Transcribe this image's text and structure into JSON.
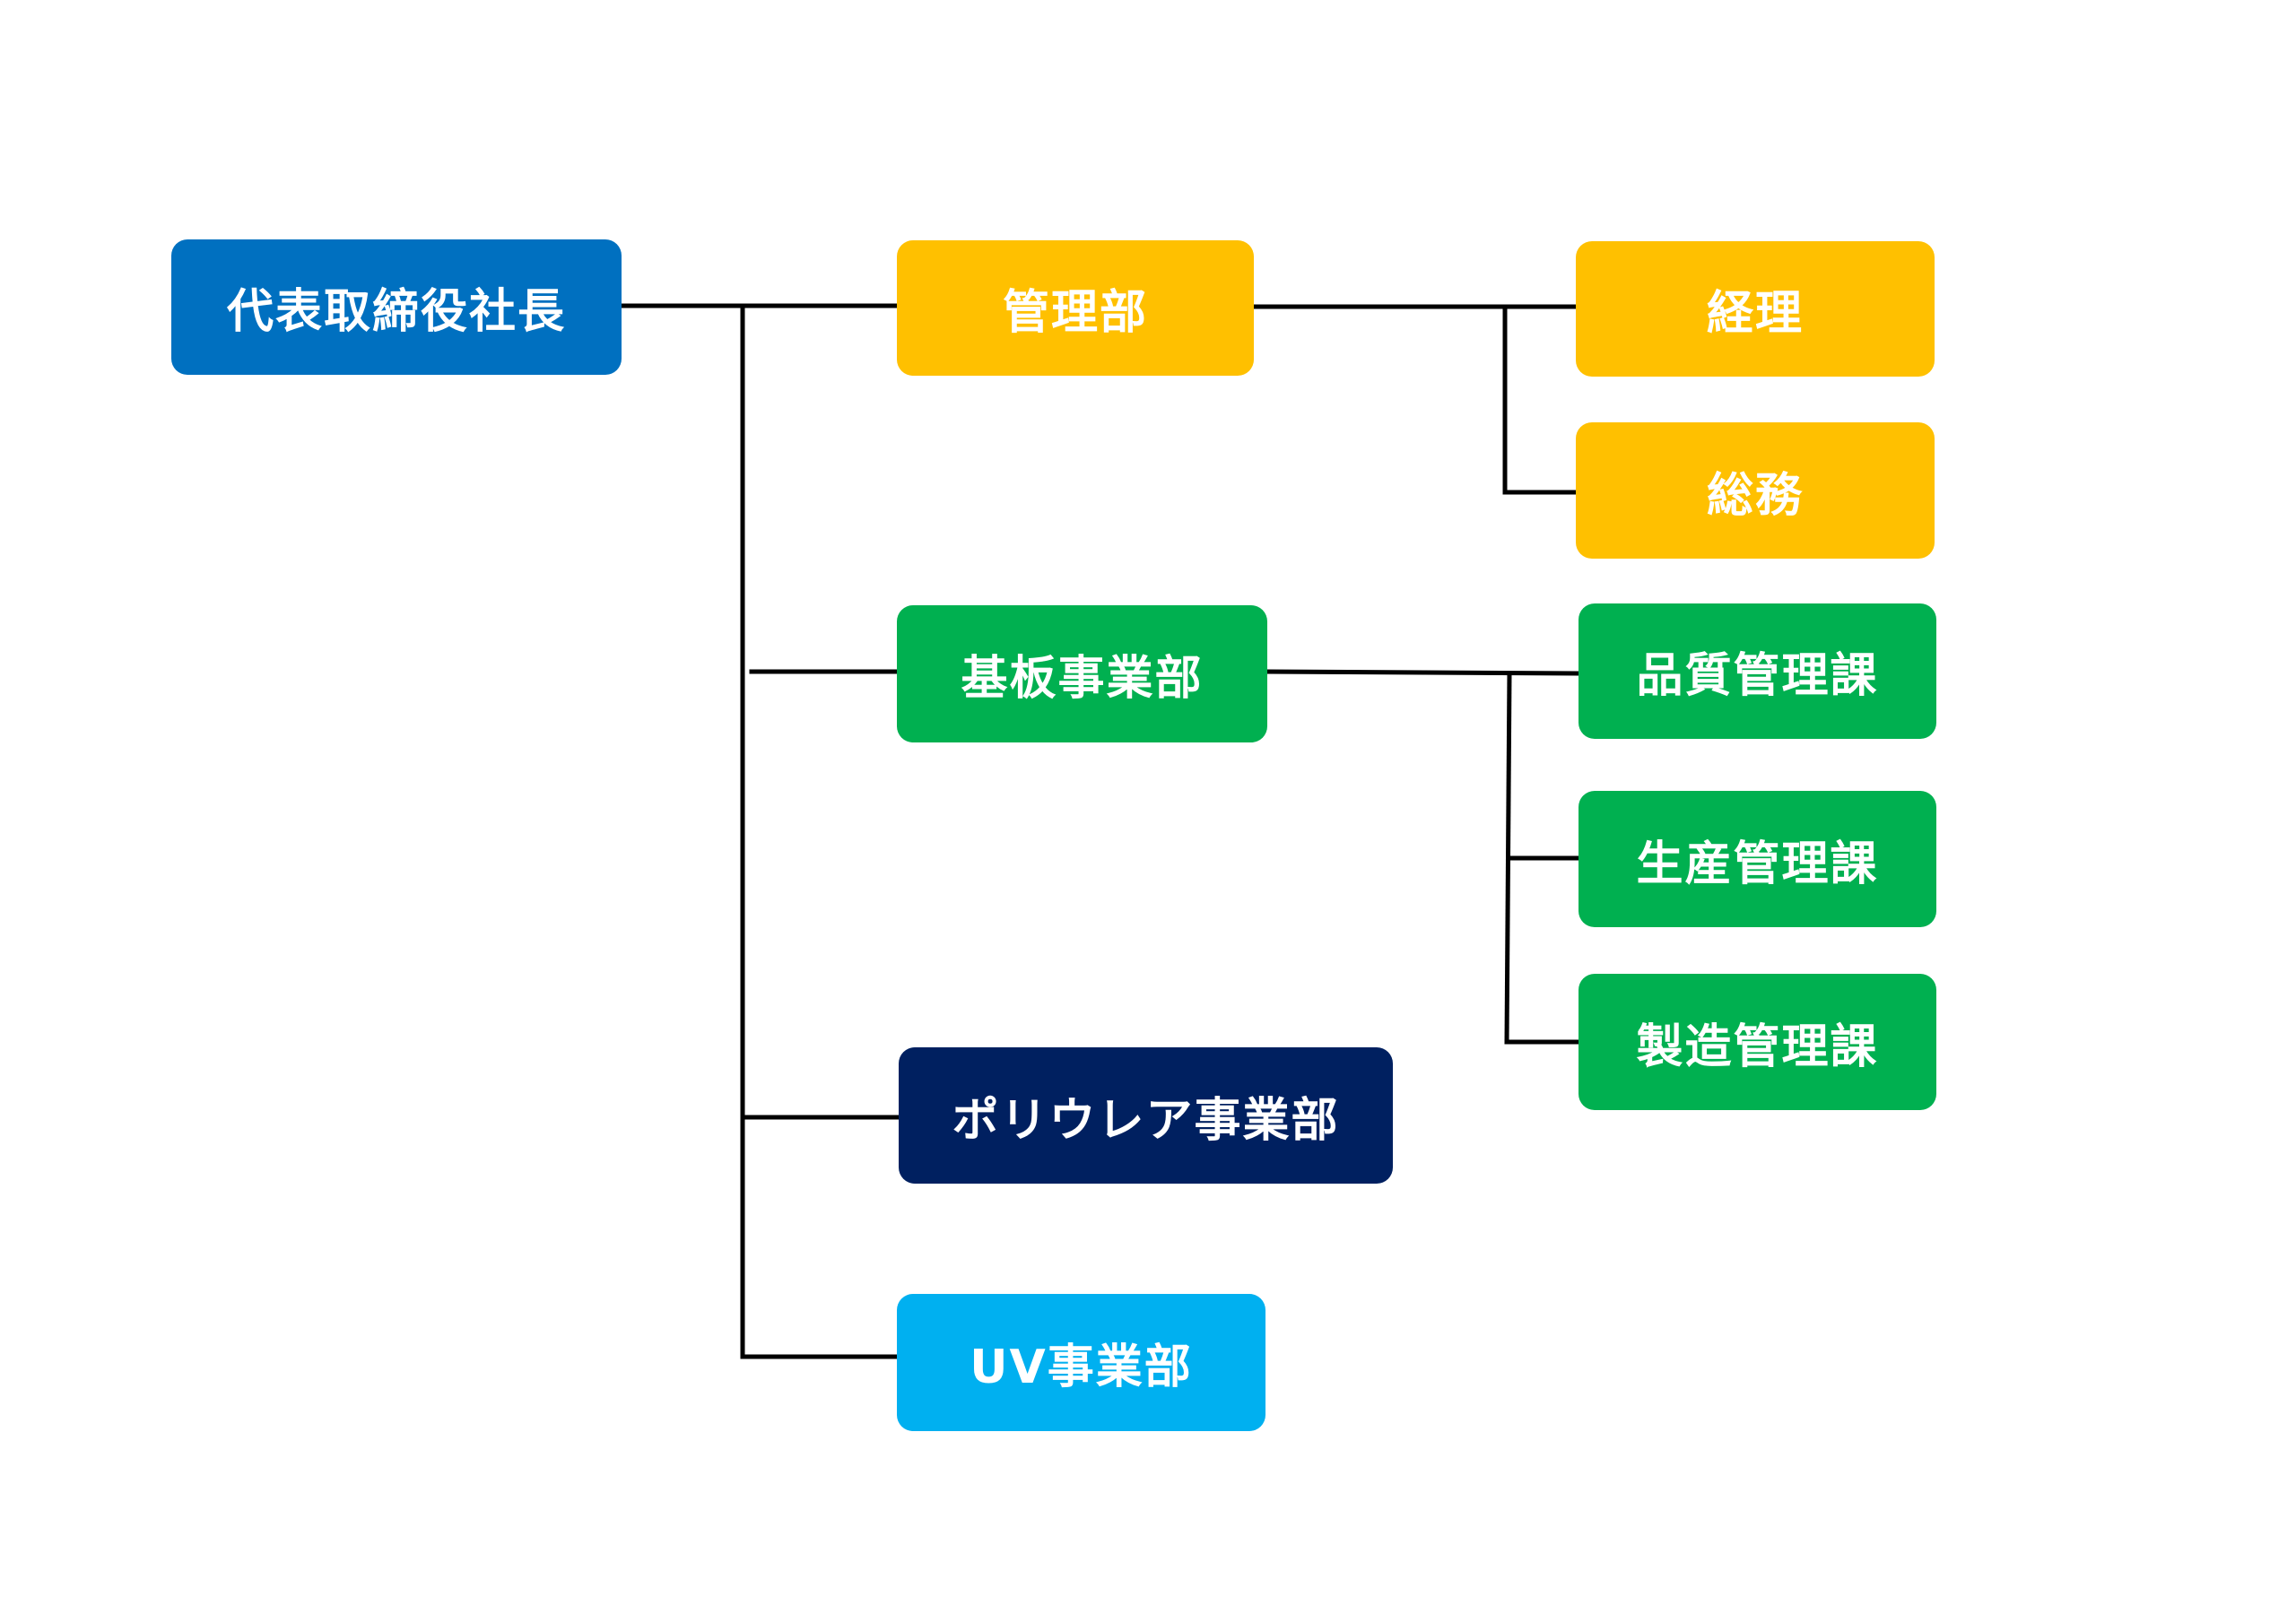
{
  "colors": {
    "ceo": "#0070C0",
    "admin": "#FFC000",
    "substrate": "#00B050",
    "polyurea": "#002060",
    "uv": "#00B0F0",
    "line": "#000000",
    "text": "#FFFFFF"
  },
  "nodes": {
    "ceo": "代表取締役社長",
    "admin": "管理部",
    "accounting": "経理",
    "general_affairs": "総務",
    "substrate": "基板事業部",
    "quality": "品質管理課",
    "production": "生産管理課",
    "manufacturing": "製造管理課",
    "polyurea": "ポリウレア事業部",
    "uv": "UV事業部"
  }
}
